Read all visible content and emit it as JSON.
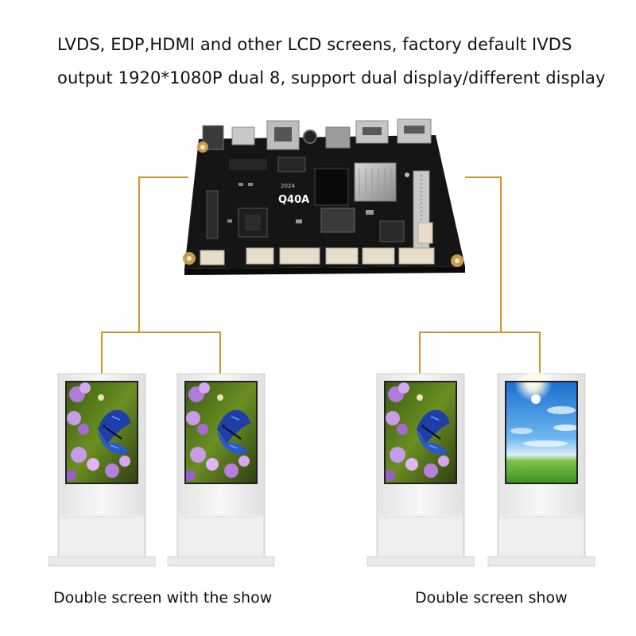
{
  "header": {
    "line1": "LVDS, EDP,HDMI and other LCD screens, factory default IVDS",
    "line2": "output 1920*1080P dual 8, support dual display/different display"
  },
  "board": {
    "model_label": "Q40A",
    "year_label": "2024"
  },
  "captions": {
    "left": "Double screen with the show",
    "right": "Double screen show"
  },
  "colors": {
    "connector_line": "#c9962f",
    "board": "#151515",
    "kiosk_body": "#f2f2f2"
  }
}
